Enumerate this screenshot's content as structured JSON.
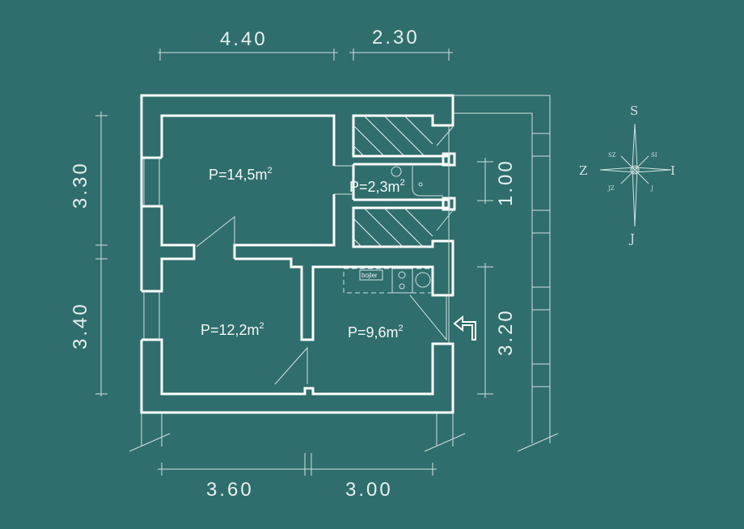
{
  "dimensions": {
    "top_left": "4.40",
    "top_right": "2.30",
    "left_upper": "3.30",
    "left_lower": "3.40",
    "right_bath": "1.00",
    "right_kitchen": "3.20",
    "bottom_left": "3.60",
    "bottom_right": "3.00"
  },
  "rooms": [
    {
      "label": "P=14,5m",
      "sup": "2"
    },
    {
      "label": "P=2,3m",
      "sup": "2"
    },
    {
      "label": "P=12,2m",
      "sup": "2"
    },
    {
      "label": "P=9,6m",
      "sup": "2"
    }
  ],
  "fixtures": {
    "boiler": "bojler"
  },
  "compass": {
    "north": "S",
    "south": "J",
    "west": "Z",
    "east": "I",
    "nw": "SZ",
    "ne": "SI",
    "sw": "JZ",
    "se": "J"
  },
  "colors": {
    "background": "#2f6e6c",
    "lines": "#ffffff"
  }
}
